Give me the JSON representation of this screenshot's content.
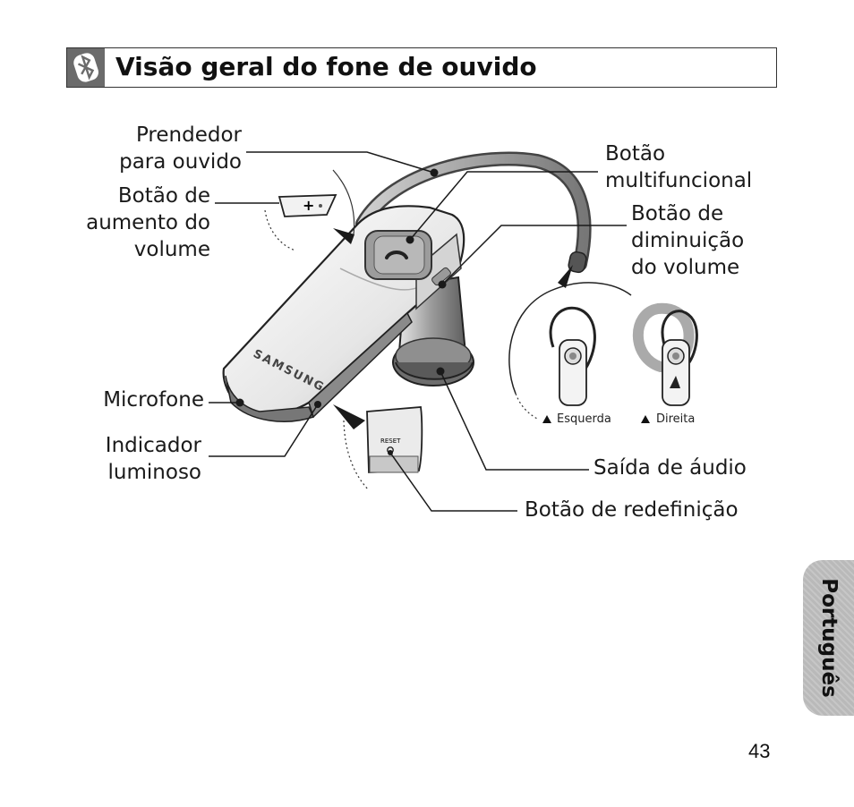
{
  "title": "Visão geral do fone de ouvido",
  "labels": {
    "ear_hook": [
      "Prendedor",
      "para ouvido"
    ],
    "volume_up": [
      "Botão de",
      "aumento do",
      "volume"
    ],
    "multifunction": [
      "Botão",
      "multifuncional"
    ],
    "volume_down": [
      "Botão de",
      "diminuição",
      "do volume"
    ],
    "microphone": "Microfone",
    "indicator": [
      "Indicador",
      "luminoso"
    ],
    "audio_out": "Saída de áudio",
    "reset_button": "Botão de redefinição"
  },
  "device_brand": "SAMSUNG",
  "reset_text": "RESET",
  "wear": {
    "left": "Esquerda",
    "right": "Direita"
  },
  "language_tab": "Português",
  "page_number": "43",
  "colors": {
    "title_icon_bg": "#6b6b6b",
    "tab_bg": "#b9b9b9",
    "text": "#1a1a1a"
  },
  "icons": {
    "title": "bluetooth-icon"
  }
}
